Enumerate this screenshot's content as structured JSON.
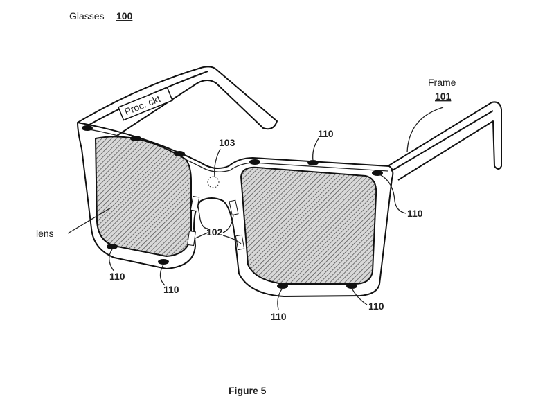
{
  "title": {
    "label": "Glasses",
    "ref": "100"
  },
  "frame": {
    "label": "Frame",
    "ref": "101"
  },
  "processor": {
    "label": "Proc. ckt"
  },
  "sensor_ref": "110",
  "bridge_sensor_ref": "103",
  "nose_pad_ref": "102",
  "lens_label": "lens",
  "caption": "Figure 5"
}
